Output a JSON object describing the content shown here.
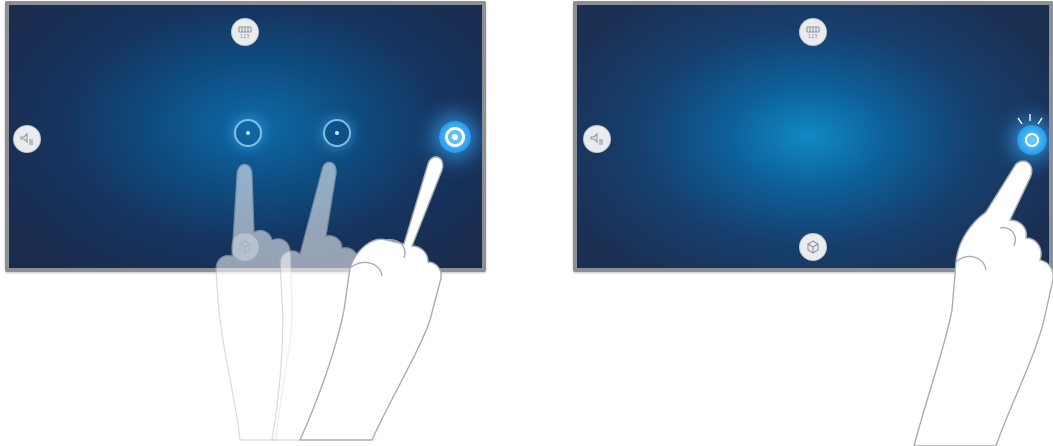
{
  "icons": {
    "top_button": "number-keypad-icon",
    "side_button": "volume-list-icon",
    "bottom_button": "cube-icon"
  },
  "colors": {
    "screen_glow": "#1189c4",
    "screen_dark": "#1a2c4e",
    "bezel": "#8c9094",
    "pointer_active": "#2fa3ee",
    "hand_outline": "#a9adb1"
  },
  "panels": [
    {
      "name": "left-tv",
      "pointer_states": [
        "ghost",
        "ghost",
        "active"
      ]
    },
    {
      "name": "right-tv",
      "pointer_states": [
        "selected"
      ]
    }
  ]
}
